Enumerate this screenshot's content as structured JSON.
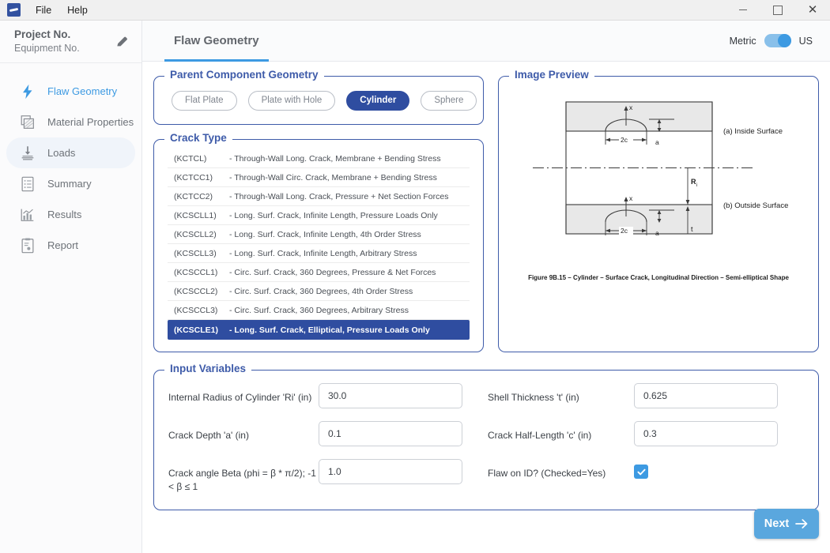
{
  "titlebar": {
    "app_icon": "app-logo-icon",
    "menus": [
      "File",
      "Help"
    ],
    "window_controls": [
      "minimize",
      "maximize",
      "close"
    ]
  },
  "sidebar": {
    "project_title": "Project No.",
    "equipment_subtitle": "Equipment No.",
    "edit_icon": "pencil-icon",
    "items": [
      {
        "label": "Flaw Geometry",
        "icon": "lightning-bolt-icon",
        "active": true,
        "hover": false
      },
      {
        "label": "Material Properties",
        "icon": "material-sheets-icon",
        "active": false,
        "hover": false
      },
      {
        "label": "Loads",
        "icon": "load-arrow-icon",
        "active": false,
        "hover": true
      },
      {
        "label": "Summary",
        "icon": "clipboard-list-icon",
        "active": false,
        "hover": false
      },
      {
        "label": "Results",
        "icon": "bar-chart-icon",
        "active": false,
        "hover": false
      },
      {
        "label": "Report",
        "icon": "report-clipboard-icon",
        "active": false,
        "hover": false
      }
    ]
  },
  "topbar": {
    "tab_label": "Flaw Geometry",
    "unit_left": "Metric",
    "unit_right": "US",
    "toggle_position": "right"
  },
  "parent_geometry": {
    "legend": "Parent Component Geometry",
    "options": [
      {
        "label": "Flat Plate",
        "selected": false
      },
      {
        "label": "Plate with Hole",
        "selected": false
      },
      {
        "label": "Cylinder",
        "selected": true
      },
      {
        "label": "Sphere",
        "selected": false
      }
    ]
  },
  "crack_type": {
    "legend": "Crack Type",
    "rows": [
      {
        "code": "(KCTCL)",
        "desc": "- Through-Wall Long. Crack, Membrane + Bending Stress",
        "selected": false
      },
      {
        "code": "(KCTCC1)",
        "desc": "- Through-Wall Circ. Crack, Membrane + Bending Stress",
        "selected": false
      },
      {
        "code": "(KCTCC2)",
        "desc": "- Through-Wall Long. Crack, Pressure + Net Section Forces",
        "selected": false
      },
      {
        "code": "(KCSCLL1)",
        "desc": "- Long. Surf. Crack, Infinite Length, Pressure Loads Only",
        "selected": false
      },
      {
        "code": "(KCSCLL2)",
        "desc": "- Long. Surf. Crack, Infinite Length, 4th Order Stress",
        "selected": false
      },
      {
        "code": "(KCSCLL3)",
        "desc": "- Long. Surf. Crack, Infinite Length, Arbitrary Stress",
        "selected": false
      },
      {
        "code": "(KCSCCL1)",
        "desc": "- Circ. Surf. Crack, 360 Degrees, Pressure & Net Forces",
        "selected": false
      },
      {
        "code": "(KCSCCL2)",
        "desc": "- Circ. Surf. Crack, 360 Degrees, 4th Order Stress",
        "selected": false
      },
      {
        "code": "(KCSCCL3)",
        "desc": "- Circ. Surf. Crack, 360 Degrees, Arbitrary Stress",
        "selected": false
      },
      {
        "code": "(KCSCLE1)",
        "desc": "- Long. Surf. Crack, Elliptical, Pressure Loads Only",
        "selected": true
      }
    ]
  },
  "image_preview": {
    "legend": "Image Preview",
    "caption": "Figure 9B.15 – Cylinder – Surface Crack, Longitudinal Direction – Semi-elliptical Shape",
    "annotations": {
      "inside_surface": "(a) Inside Surface",
      "outside_surface": "(b) Outside Surface",
      "x_top": "x",
      "x_bottom": "x",
      "two_c_top": "2c",
      "two_c_bottom": "2c",
      "a_top": "a",
      "a_bottom": "a",
      "radius": "R",
      "radius_sub": "i",
      "thickness": "t"
    }
  },
  "input_variables": {
    "legend": "Input Variables",
    "fields": [
      {
        "label": "Internal Radius of Cylinder 'Ri' (in)",
        "value": "30.0",
        "type": "text"
      },
      {
        "label": "Shell Thickness 't' (in)",
        "value": "0.625",
        "type": "text"
      },
      {
        "label": "Crack Depth 'a' (in)",
        "value": "0.1",
        "type": "text"
      },
      {
        "label": "Crack Half-Length 'c' (in)",
        "value": "0.3",
        "type": "text"
      },
      {
        "label": "Crack angle Beta (phi = β * π/2); -1 < β ≤ 1",
        "value": "1.0",
        "type": "text"
      },
      {
        "label": "Flaw on ID? (Checked=Yes)",
        "value": "checked",
        "type": "checkbox"
      }
    ]
  },
  "footer": {
    "next_label": "Next",
    "next_icon": "arrow-right-icon"
  },
  "colors": {
    "accent_blue": "#3d9ae2",
    "fieldset_blue": "#3e5ba9",
    "selected_navy": "#2f4da0",
    "next_button": "#5aa7de",
    "sidebar_bg": "#fbfbfc"
  }
}
